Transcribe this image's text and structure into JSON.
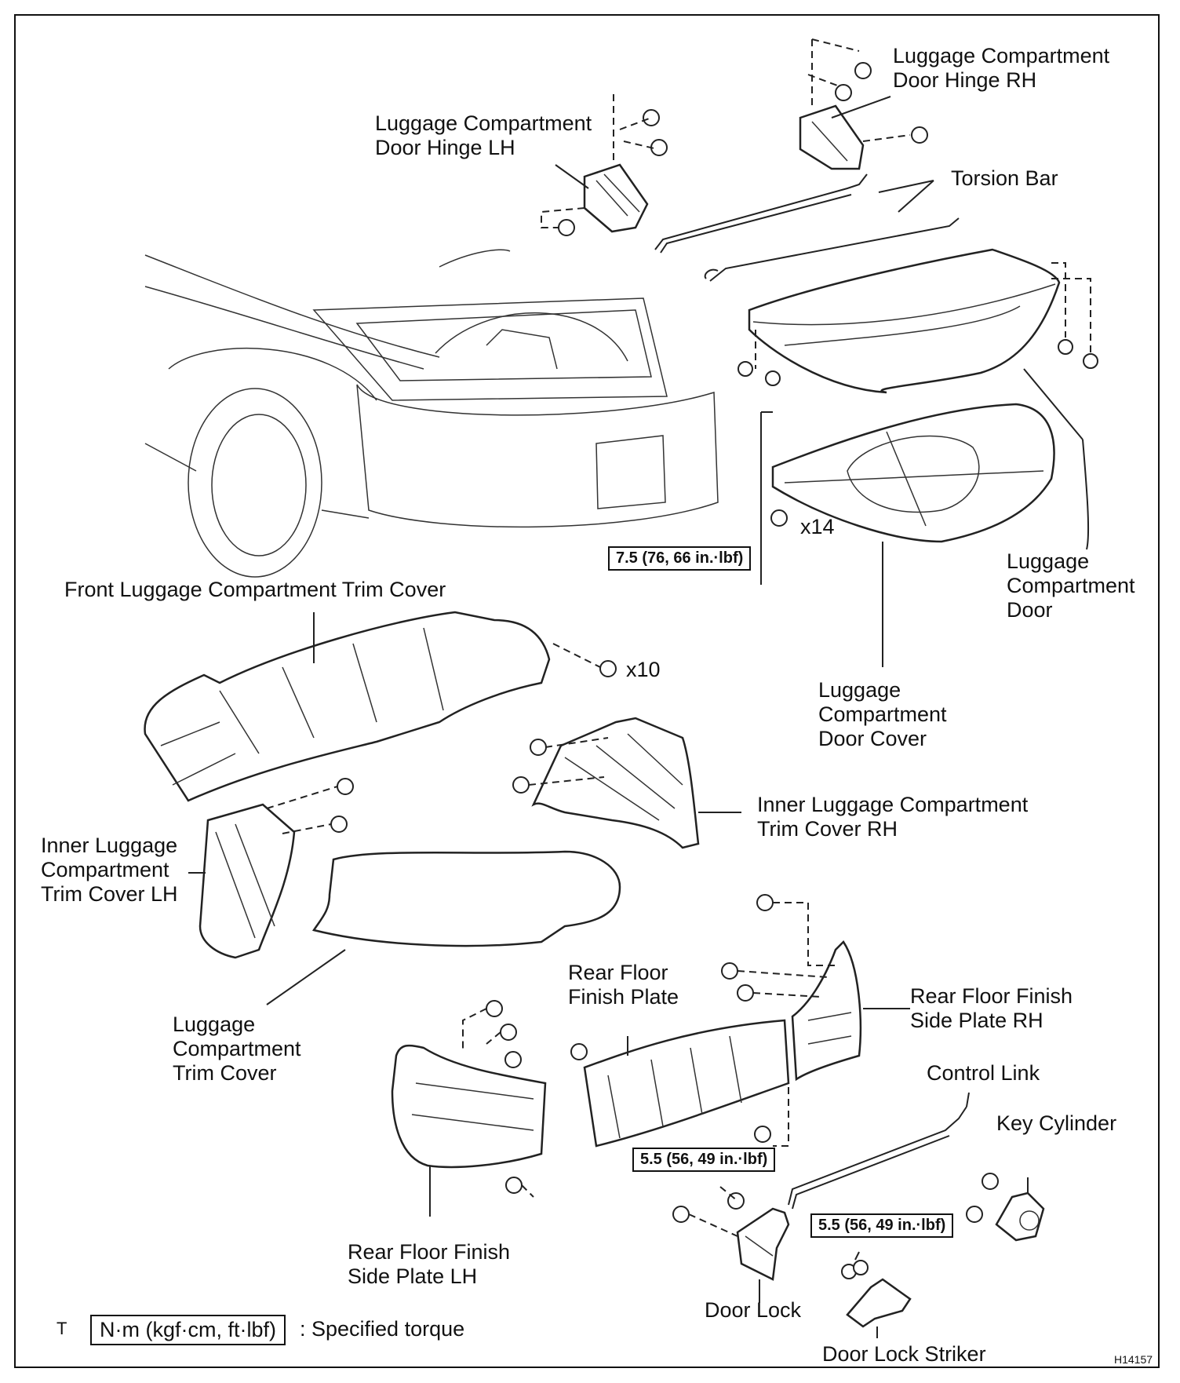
{
  "labels": {
    "hinge_rh": "Luggage Compartment\nDoor Hinge RH",
    "hinge_lh": "Luggage Compartment\nDoor Hinge LH",
    "torsion_bar": "Torsion Bar",
    "luggage_door": "Luggage\nCompartment\nDoor",
    "door_cover": "Luggage\nCompartment\nDoor Cover",
    "front_trim": "Front Luggage Compartment Trim Cover",
    "inner_trim_rh": "Inner Luggage Compartment\nTrim Cover RH",
    "inner_trim_lh": "Inner Luggage\nCompartment\nTrim Cover LH",
    "trim_cover": "Luggage\nCompartment\nTrim Cover",
    "rear_floor_plate": "Rear Floor\nFinish Plate",
    "side_plate_rh": "Rear Floor Finish\nSide Plate RH",
    "side_plate_lh": "Rear Floor Finish\nSide Plate LH",
    "control_link": "Control Link",
    "key_cylinder": "Key Cylinder",
    "door_lock": "Door Lock",
    "door_lock_striker": "Door Lock Striker"
  },
  "quantities": {
    "x14": "x14",
    "x10": "x10"
  },
  "torques": {
    "door_cover": "7.5 (76, 66 in.·lbf)",
    "door_lock": "5.5 (56, 49 in.·lbf)",
    "striker": "5.5 (56, 49 in.·lbf)"
  },
  "legend": {
    "mark": "T",
    "unit": "N·m (kgf·cm, ft·lbf)",
    "text": ": Specified torque"
  },
  "code": "H14157"
}
